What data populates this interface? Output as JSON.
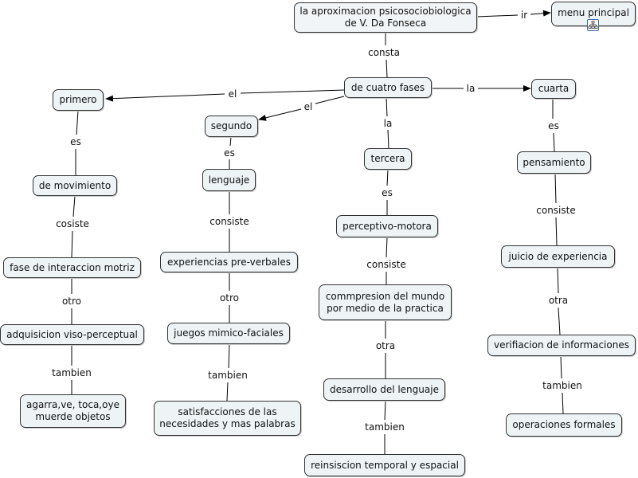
{
  "colors": {
    "node_fill": "#eef3f6",
    "node_border": "#333333",
    "edge": "#000000",
    "icon_border": "#3a6ea5"
  },
  "nodes": {
    "root": "la aproximacion psicosociobiologica\nde V. Da Fonseca",
    "menu": "menu principal",
    "fases": "de cuatro fases",
    "primero": "primero",
    "segundo": "segundo",
    "tercera": "tercera",
    "cuarta": "cuarta",
    "movimiento": "de movimiento",
    "lenguaje": "lenguaje",
    "perceptivo": "perceptivo-motora",
    "pensamiento": "pensamiento",
    "interaccion": "fase de interaccion motriz",
    "preverbales": "experiencias pre-verbales",
    "comprension": "commpresion del mundo\npor medio de la practica",
    "juicio": "juicio de experiencia",
    "viso": "adquisicion viso-perceptual",
    "mimico": "juegos mimico-faciales",
    "desarrollo": "desarrollo del lenguaje",
    "verificacion": "verifiacion de informaciones",
    "agarra": "agarra,ve, toca,oye\nmuerde objetos",
    "satisfacciones": "satisfacciones de las\nnecesidades y mas palabras",
    "reinsiscion": "reinsiscion temporal y espacial",
    "formales": "operaciones formales"
  },
  "links": {
    "ir": "ir",
    "consta": "consta",
    "el_primero": "el",
    "el_segundo": "el",
    "la_tercera": "la",
    "la_cuarta": "la",
    "es_1": "es",
    "es_2": "es",
    "es_3": "es",
    "es_4": "es",
    "consiste_1": "cosiste",
    "consiste_2": "consiste",
    "consiste_3": "consiste",
    "consiste_4": "consiste",
    "otro_1": "otro",
    "otro_2": "otro",
    "otra_3": "otra",
    "otra_4": "otra",
    "tambien_1": "tambien",
    "tambien_2": "tambien",
    "tambien_3": "tambien",
    "tambien_4": "tambien"
  },
  "icons": {
    "menu_link": "concept-map-icon"
  }
}
